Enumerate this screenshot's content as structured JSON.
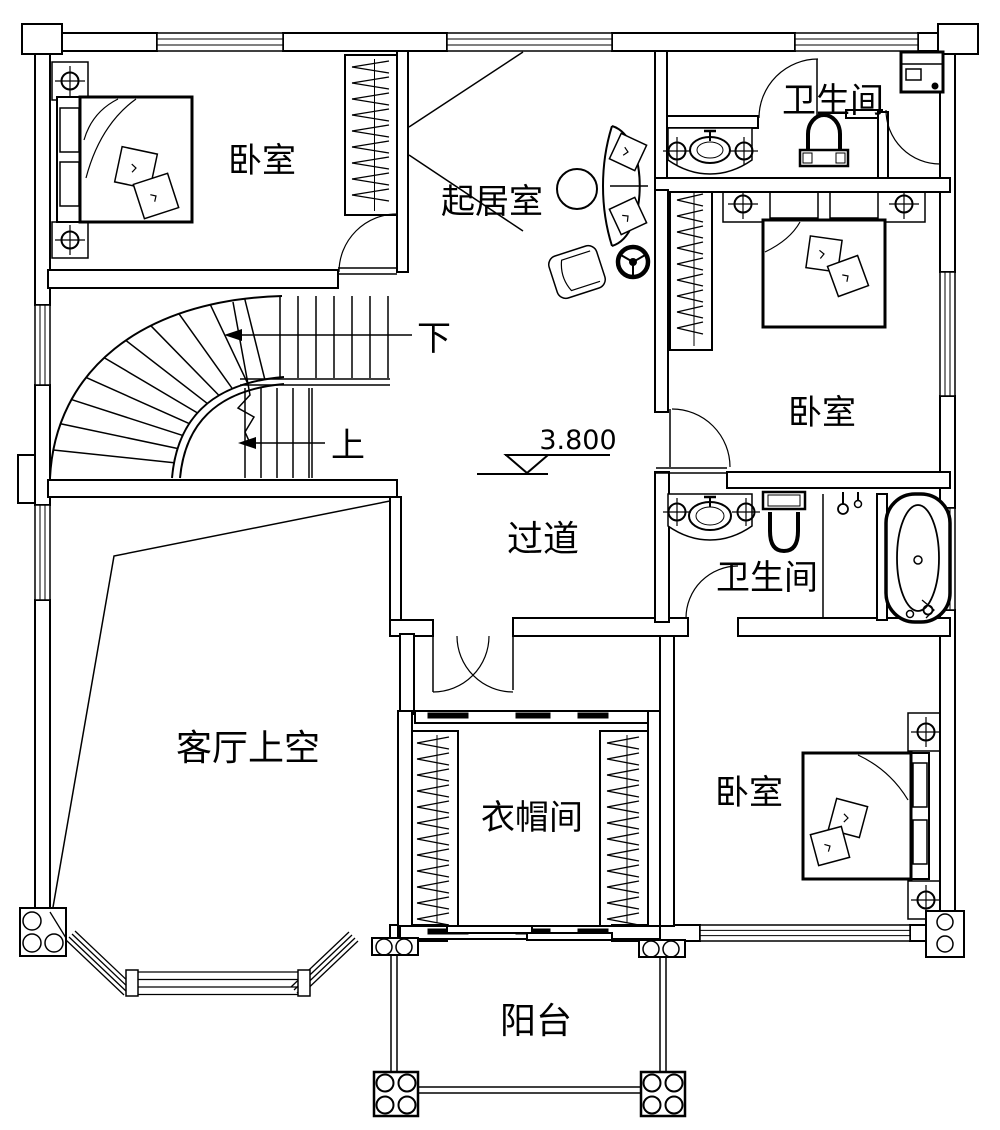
{
  "floor_plan": {
    "rooms": {
      "bedroom_top_left": "卧室",
      "living_room": "起居室",
      "bathroom_top": "卫生间",
      "bedroom_right": "卧室",
      "corridor": "过道",
      "bathroom_middle": "卫生间",
      "living_void": "客厅上空",
      "cloakroom": "衣帽间",
      "bedroom_bottom": "卧室",
      "balcony": "阳台"
    },
    "stairs": {
      "down_label": "下",
      "up_label": "上"
    },
    "elevation": {
      "value": "3.800"
    },
    "colors": {
      "line": "#000000",
      "background": "#ffffff"
    }
  }
}
